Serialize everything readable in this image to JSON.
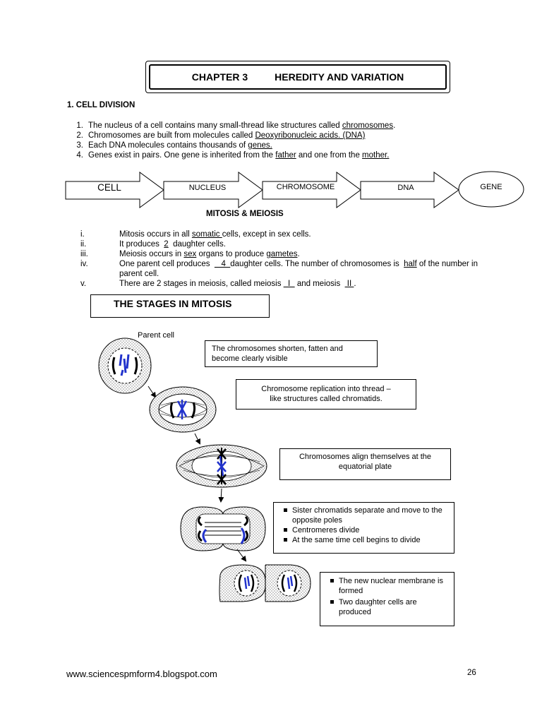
{
  "header": {
    "chapter": "CHAPTER 3",
    "title": "HEREDITY AND VARIATION"
  },
  "section1": {
    "heading": "1.   CELL DIVISION",
    "items": [
      {
        "num": "1.",
        "parts": [
          {
            "t": "The nucleus of a cell contains many small-thread like structures called "
          },
          {
            "t": "chromosomes",
            "u": true
          },
          {
            "t": "."
          }
        ]
      },
      {
        "num": "2.",
        "parts": [
          {
            "t": "Chromosomes are built from molecules called "
          },
          {
            "t": "Deoxyribonucleic acids. (DNA)",
            "u": true
          }
        ]
      },
      {
        "num": "3.",
        "parts": [
          {
            "t": "Each DNA molecules contains thousands of "
          },
          {
            "t": "genes.",
            "u": true
          }
        ]
      },
      {
        "num": "4.",
        "parts": [
          {
            "t": "Genes exist in pairs. One gene is inherited from the "
          },
          {
            "t": "father",
            "u": true
          },
          {
            "t": " and one from the "
          },
          {
            "t": "mother.",
            "u": true
          }
        ]
      }
    ]
  },
  "flow": {
    "cell": "CELL",
    "nucleus": "NUCLEUS",
    "chromosome": "CHROMOSOME",
    "dna": "DNA",
    "gene": "GENE"
  },
  "mitosis_meiosis": {
    "heading": "MITOSIS & MEIOSIS",
    "items": [
      {
        "num": "i.",
        "parts": [
          {
            "t": "Mitosis occurs in all "
          },
          {
            "t": "somatic ",
            "u": true
          },
          {
            "t": "cells, except in sex cells."
          }
        ]
      },
      {
        "num": "ii.",
        "parts": [
          {
            "t": "It produces  "
          },
          {
            "t": "2",
            "u": true
          },
          {
            "t": "  daughter cells."
          }
        ]
      },
      {
        "num": "iii.",
        "parts": [
          {
            "t": "Meiosis occurs in "
          },
          {
            "t": "sex",
            "u": true
          },
          {
            "t": " organs to produce "
          },
          {
            "t": "gametes",
            "u": true
          },
          {
            "t": "."
          }
        ]
      },
      {
        "num": "iv.",
        "parts": [
          {
            "t": "One parent cell produces  "
          },
          {
            "t": "   4  ",
            "u": true
          },
          {
            "t": "daughter cells. The number of chromosomes is  "
          },
          {
            "t": "half",
            "u": true
          },
          {
            "t": " of the number in parent cell."
          }
        ]
      },
      {
        "num": "v.",
        "parts": [
          {
            "t": "There are 2 stages in meiosis, called meiosis "
          },
          {
            "t": "  I  ",
            "u": true
          },
          {
            "t": " and meiosis  "
          },
          {
            "t": " II ",
            "u": true
          },
          {
            "t": "."
          }
        ]
      }
    ]
  },
  "stages": {
    "heading": "THE STAGES IN MITOSIS",
    "parent_label": "Parent cell",
    "descriptions": [
      {
        "lines": [
          "The chromosomes shorten, fatten and",
          "become clearly visible"
        ]
      },
      {
        "lines": [
          "Chromosome replication into thread –",
          "like structures  called  chromatids."
        ]
      },
      {
        "lines": [
          "Chromosomes align themselves at the",
          "equatorial plate"
        ]
      },
      {
        "bullets": [
          "Sister chromatids separate and move to the opposite poles",
          "Centromeres divide",
          "At the same time cell begins to divide"
        ]
      },
      {
        "bullets": [
          "The new nuclear membrane is formed",
          "Two daughter cells are produced"
        ]
      }
    ]
  },
  "footer": {
    "url": "www.sciencespmform4.blogspot.com",
    "page": "26"
  },
  "colors": {
    "chromosome_blue": "#2233cc",
    "stipple": "#555555"
  }
}
